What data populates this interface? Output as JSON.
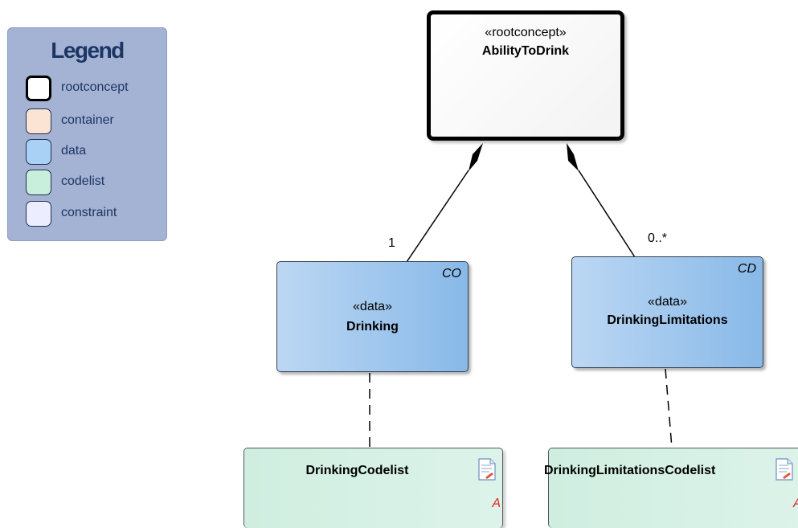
{
  "legend": {
    "title": "Legend",
    "items": [
      {
        "label": "rootconcept",
        "color": "#ffffff",
        "border": "#000000"
      },
      {
        "label": "container",
        "color": "#fbe4d4",
        "border": "#1f2d4d"
      },
      {
        "label": "data",
        "color": "#a9d0f5",
        "border": "#1f2d4d"
      },
      {
        "label": "codelist",
        "color": "#c8eedc",
        "border": "#1f2d4d"
      },
      {
        "label": "constraint",
        "color": "#eceeff",
        "border": "#1f2d4d"
      }
    ]
  },
  "root": {
    "stereotype": "«rootconcept»",
    "name": "AbilityToDrink"
  },
  "drinking": {
    "stereotype": "«data»",
    "name": "Drinking",
    "code": "CO",
    "multiplicity": "1"
  },
  "limitations": {
    "stereotype": "«data»",
    "name": "DrinkingLimitations",
    "code": "CD",
    "multiplicity": "0..*"
  },
  "codelist1": {
    "name": "DrinkingCodelist",
    "attr": "A",
    "icon": "document-icon"
  },
  "codelist2": {
    "name": "DrinkingLimitationsCodelist",
    "attr": "A",
    "icon": "document-icon"
  }
}
